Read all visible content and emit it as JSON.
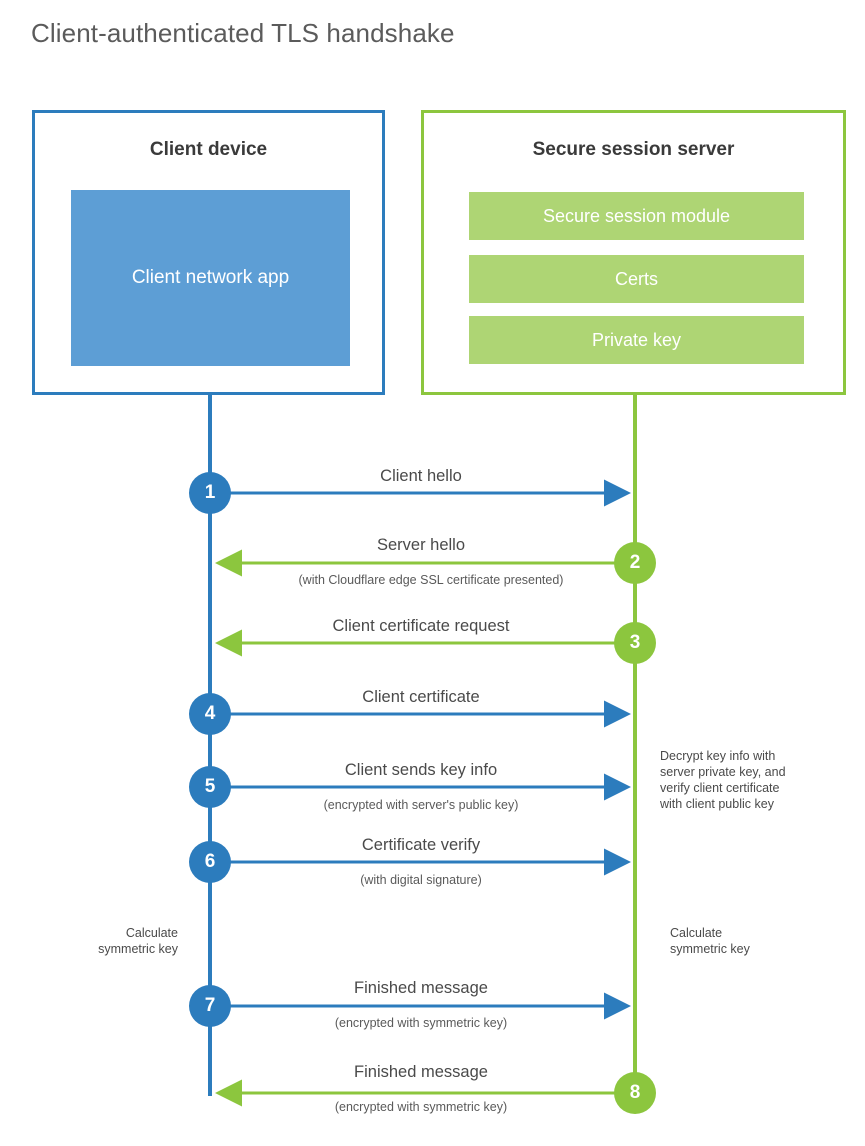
{
  "title": "Client-authenticated TLS handshake",
  "colors": {
    "client_blue": "#2c7cbd",
    "client_fill": "#5d9ed5",
    "server_green": "#8cc63e",
    "server_fill": "#aed574",
    "text": "#4a4a4a",
    "title_text": "#5b5b5b",
    "background": "#ffffff"
  },
  "parties": {
    "client": {
      "title": "Client device",
      "blocks": [
        "Client network\napp"
      ],
      "block_label": "Client network app"
    },
    "server": {
      "title": "Secure session server",
      "blocks": [
        "Secure session module",
        "Certs",
        "Private key"
      ]
    }
  },
  "steps": [
    {
      "number": "1",
      "label": "Client hello",
      "sub": "",
      "direction": "client-to-server",
      "origin": "client"
    },
    {
      "number": "2",
      "label": "Server hello",
      "sub": "(with Cloudflare edge SSL certificate presented)",
      "direction": "server-to-client",
      "origin": "server"
    },
    {
      "number": "3",
      "label": "Client certificate request",
      "sub": "",
      "direction": "server-to-client",
      "origin": "server"
    },
    {
      "number": "4",
      "label": "Client certificate",
      "sub": "",
      "direction": "client-to-server",
      "origin": "client"
    },
    {
      "number": "5",
      "label": "Client sends key info",
      "sub": "(encrypted with server's public key)",
      "direction": "client-to-server",
      "origin": "client"
    },
    {
      "number": "6",
      "label": "Certificate verify",
      "sub": "(with digital signature)",
      "direction": "client-to-server",
      "origin": "client"
    },
    {
      "number": "7",
      "label": "Finished message",
      "sub": "(encrypted with symmetric key)",
      "direction": "client-to-server",
      "origin": "client"
    },
    {
      "number": "8",
      "label": "Finished message",
      "sub": "(encrypted with symmetric key)",
      "direction": "server-to-client",
      "origin": "server"
    }
  ],
  "annotations": {
    "server_decrypt": "Decrypt key info with\nserver private key, and\nverify client certificate\nwith client public key",
    "server_decrypt_lines": [
      "Decrypt key info with",
      "server private key, and",
      "verify client certificate",
      "with client public key"
    ],
    "client_calculate_lines": [
      "Calculate",
      "symmetric key"
    ],
    "server_calculate_lines": [
      "Calculate",
      "symmetric key"
    ]
  }
}
